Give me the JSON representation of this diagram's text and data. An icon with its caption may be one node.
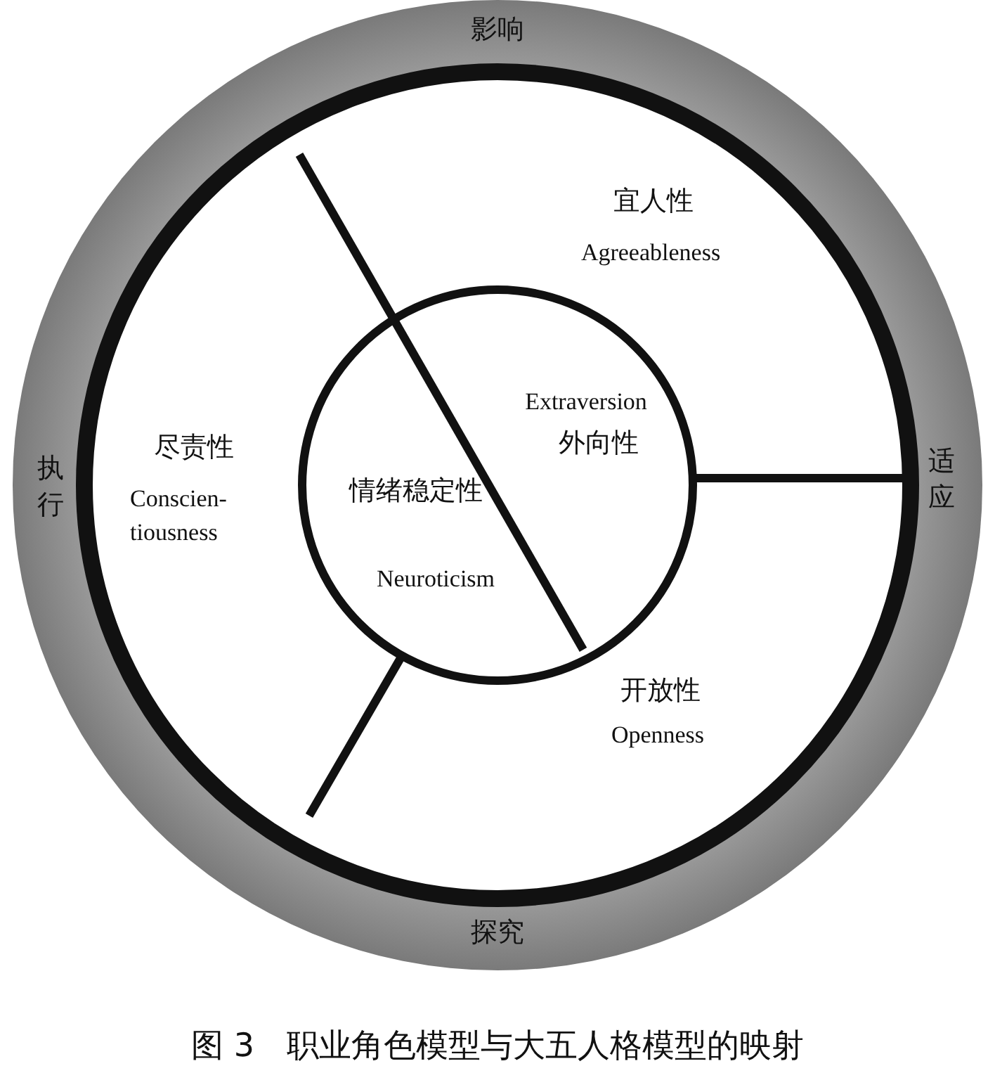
{
  "diagram": {
    "caption": "图 3　职业角色模型与大五人格模型的映射",
    "nodes": [
      {
        "text": [
          "影响",
          "执行",
          "适应",
          "探究"
        ]
      },
      {
        "text": [
          "宜人性",
          "Agreeableness"
        ],
        "in": 0
      },
      {
        "text": [
          "尽责性",
          "Conscien- tiousness"
        ],
        "in": 0
      },
      {
        "text": [],
        "shape": "circle",
        "in": 0
      },
      {
        "text": [
          "情绪稳定性",
          "Neuroticism"
        ],
        "in": 3
      },
      {
        "text": [
          "Extraversion",
          "外向性"
        ],
        "in": 3
      },
      {
        "text": [
          "开放性",
          "Openness"
        ],
        "in": 0
      }
    ],
    "edges": []
  }
}
